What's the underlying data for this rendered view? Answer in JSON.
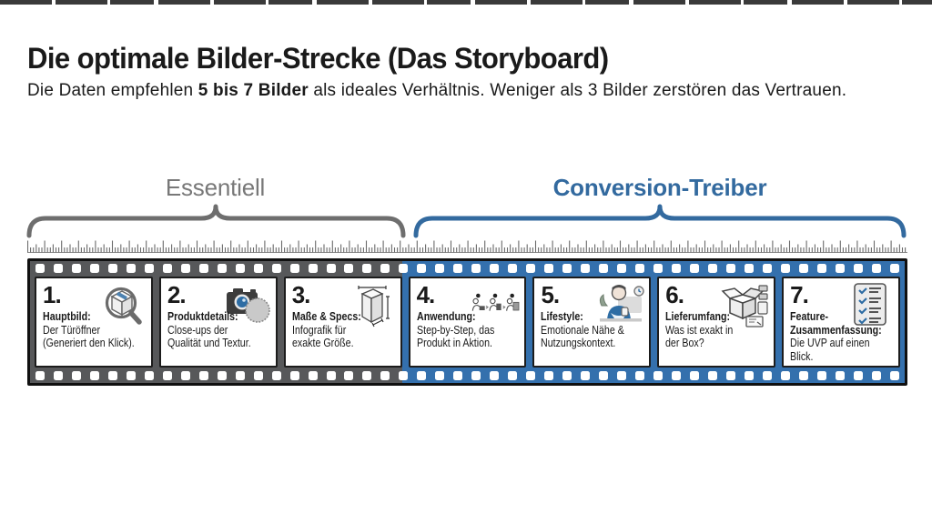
{
  "header": {
    "title": "Die optimale Bilder-Strecke (Das Storyboard)",
    "subtitle_pre": "Die Daten empfehlen ",
    "subtitle_bold": "5 bis 7 Bilder",
    "subtitle_post": " als ideales Verhältnis. Weniger als 3 Bilder zerstören das Vertrauen."
  },
  "groups": [
    {
      "id": "essentiell",
      "label": "Essentiell",
      "color": "#787878",
      "frames": "1-3"
    },
    {
      "id": "conversion-treiber",
      "label": "Conversion-Treiber",
      "color": "#336a9f",
      "frames": "4-7"
    }
  ],
  "filmstrip": {
    "frames": [
      {
        "number": "1.",
        "icon": "magnifier-box-icon",
        "heading_lines": [
          "Hauptbild:"
        ],
        "body_lines": [
          "Der Türöffner",
          "(Generiert den Klick)."
        ]
      },
      {
        "number": "2.",
        "icon": "camera-icon",
        "heading_lines": [
          "Produktdetails:"
        ],
        "body_lines": [
          "Close-ups der",
          "Qualität und Textur."
        ]
      },
      {
        "number": "3.",
        "icon": "dimension-box-icon",
        "heading_lines": [
          "Maße & Specs:"
        ],
        "body_lines": [
          "Infografik für",
          "exakte Größe."
        ]
      },
      {
        "number": "4.",
        "icon": "step-people-icon",
        "heading_lines": [
          "Anwendung:"
        ],
        "body_lines": [
          "Step-by-Step, das",
          "Produkt in Aktion."
        ]
      },
      {
        "number": "5.",
        "icon": "lifestyle-person-icon",
        "heading_lines": [
          "Lifestyle:"
        ],
        "body_lines": [
          "Emotionale Nähe &",
          "Nutzungskontext."
        ]
      },
      {
        "number": "6.",
        "icon": "open-box-icon",
        "heading_lines": [
          "Lieferumfang:"
        ],
        "body_lines": [
          "Was ist exakt in",
          "der Box?"
        ]
      },
      {
        "number": "7.",
        "icon": "checklist-icon",
        "heading_lines": [
          "Feature-",
          "Zusammenfassung:"
        ],
        "body_lines": [
          "Die UVP auf einen",
          "Blick."
        ]
      }
    ]
  },
  "colors": {
    "accent_blue_strip": "#3470ad",
    "accent_blue_text": "#336a9f",
    "strip_gray": "#57585a",
    "label_gray": "#787878",
    "text_dark": "#1a1a1a"
  }
}
